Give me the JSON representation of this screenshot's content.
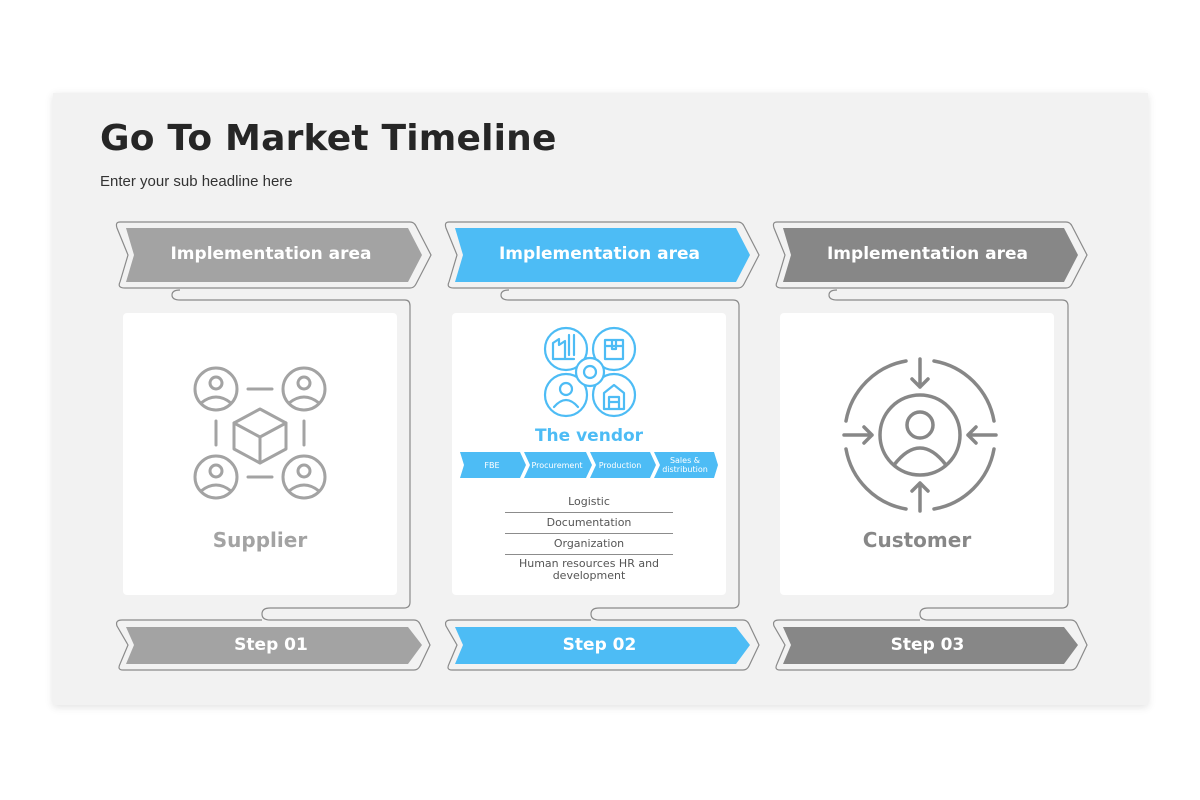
{
  "slide": {
    "title": "Go To Market Timeline",
    "subtitle": "Enter your sub headline here"
  },
  "colors": {
    "accent_blue": "#4dbcf5",
    "gray_light": "#a3a3a3",
    "gray_dark": "#878787",
    "title_text": "#262626",
    "frame_stroke": "#8a8a8a",
    "background": "#f2f2f2"
  },
  "columns": [
    {
      "header": "Implementation area",
      "card_label": "Supplier",
      "icon": "supplier-network-icon",
      "step": "Step 01",
      "color": "#a3a3a3"
    },
    {
      "header": "Implementation area",
      "card_label": "The vendor",
      "icon": "vendor-gear-icon",
      "step": "Step 02",
      "color": "#4dbcf5",
      "process_steps": [
        "FBE",
        "Procurement",
        "Production",
        "Sales & distribution"
      ],
      "process_steps_display": [
        "FBE",
        "Procurement",
        "Production",
        "Sales &\ndistribution"
      ],
      "list_items": [
        "Logistic",
        "Documentation",
        "Organization",
        "Human resources HR and development"
      ]
    },
    {
      "header": "Implementation area",
      "card_label": "Customer",
      "icon": "customer-cycle-icon",
      "step": "Step 03",
      "color": "#878787"
    }
  ]
}
